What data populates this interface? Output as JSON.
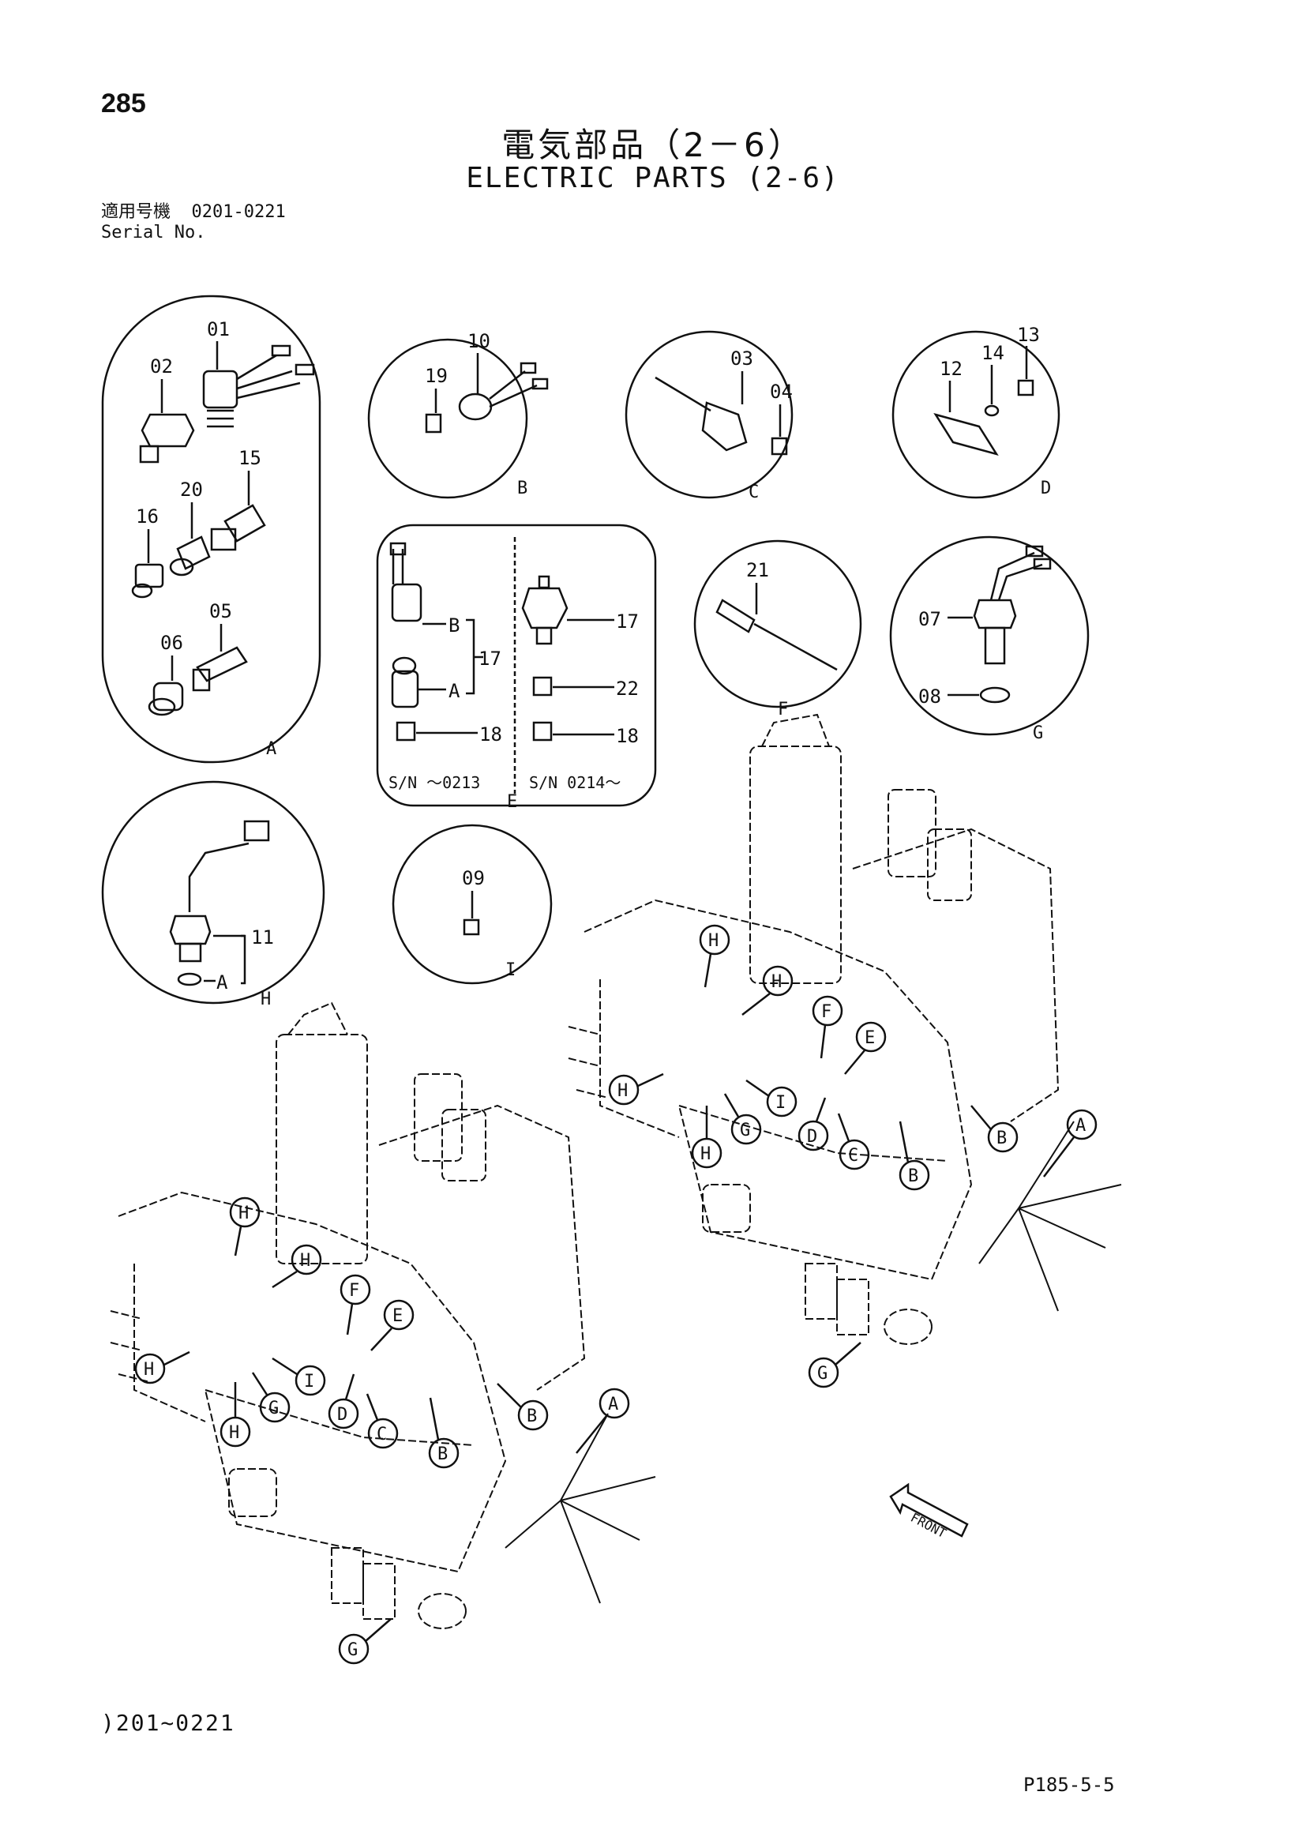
{
  "header": {
    "page_number": "285",
    "title_jp": "電気部品（2－6）",
    "title_en": "ELECTRIC PARTS (2-6)",
    "serial_label_jp": "適用号機",
    "serial_range": "0201-0221",
    "serial_label_en": "Serial No."
  },
  "detail_views": [
    {
      "id": "A",
      "parts": [
        "01",
        "02",
        "15",
        "20",
        "16",
        "05",
        "06"
      ]
    },
    {
      "id": "B",
      "parts": [
        "10",
        "19"
      ]
    },
    {
      "id": "C",
      "parts": [
        "03",
        "04"
      ]
    },
    {
      "id": "D",
      "parts": [
        "14",
        "13",
        "12"
      ]
    },
    {
      "id": "E",
      "parts": [
        "B",
        "17",
        "A",
        "18",
        "17",
        "22",
        "18"
      ],
      "serial_left": "S/N ～0213",
      "serial_right": "S/N 0214～"
    },
    {
      "id": "F",
      "parts": [
        "21"
      ]
    },
    {
      "id": "G",
      "parts": [
        "07",
        "08"
      ]
    },
    {
      "id": "H",
      "parts": [
        "11",
        "A"
      ]
    },
    {
      "id": "I",
      "parts": [
        "09"
      ]
    }
  ],
  "engine_callouts": [
    "H",
    "H",
    "F",
    "E",
    "H",
    "I",
    "G",
    "D",
    "C",
    "B",
    "B",
    "A",
    "G"
  ],
  "front_label": "FRONT",
  "footer": {
    "left": ")201~0221",
    "right": "P185-5-5"
  }
}
